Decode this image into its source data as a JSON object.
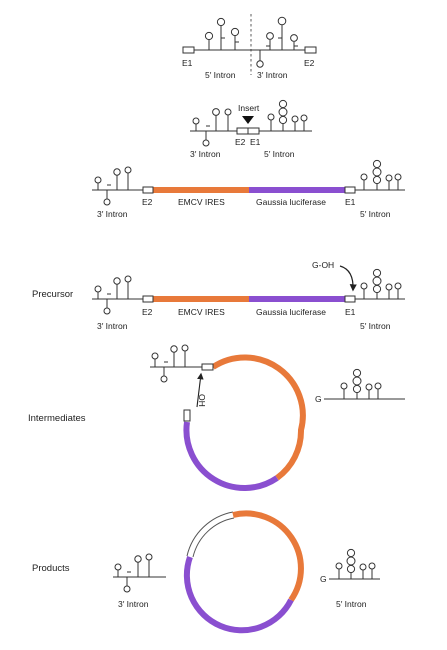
{
  "labels": {
    "e1": "E1",
    "e2": "E2",
    "intron5": "5′ Intron",
    "intron3": "3′ Intron",
    "insert": "Insert",
    "ires": "EMCV IRES",
    "gluc": "Gaussia luciferase",
    "goh": "G-OH",
    "oh": "OH",
    "g": "G"
  },
  "stages": {
    "precursor": "Precursor",
    "intermediates": "Intermediates",
    "products": "Products"
  },
  "colors": {
    "ires": "#e8793a",
    "gluc": "#8a4fd0",
    "line": "#333333",
    "exon_fill": "#ffffff"
  }
}
